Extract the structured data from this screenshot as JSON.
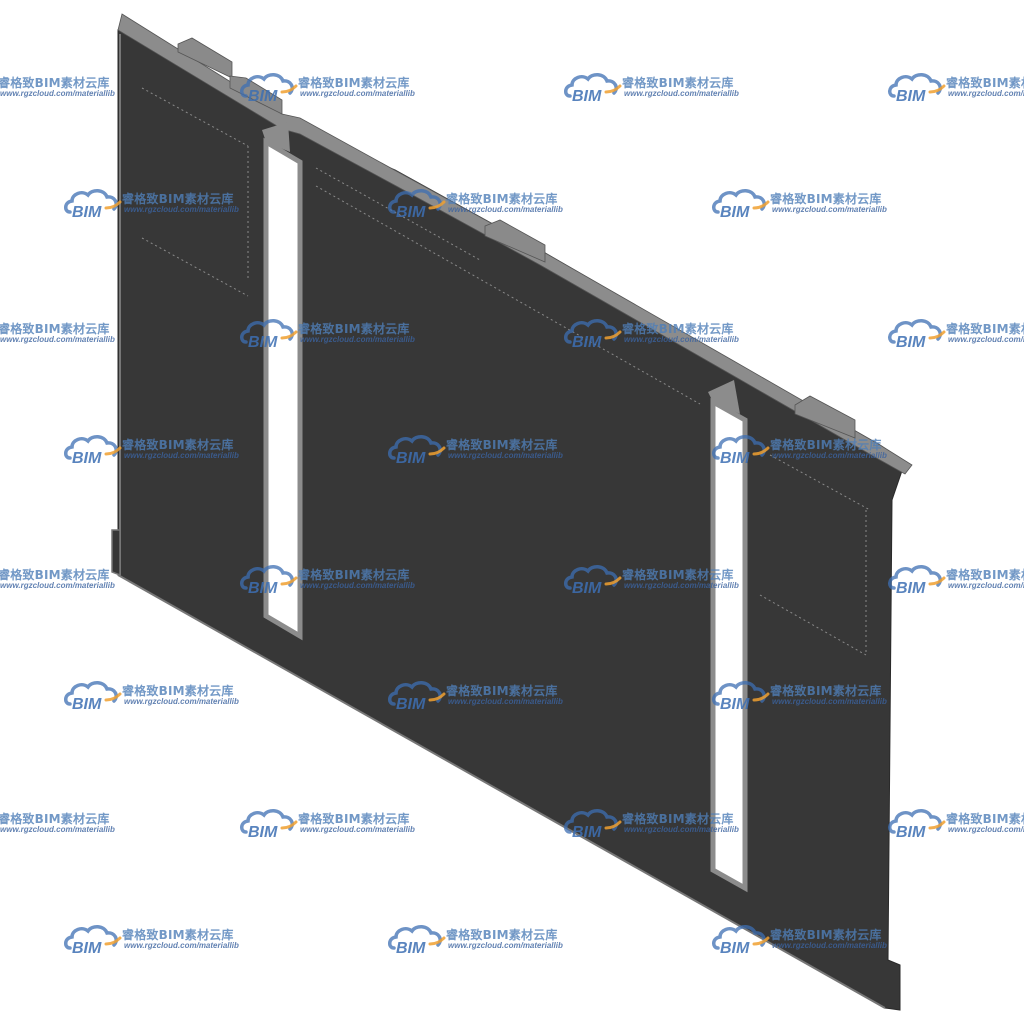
{
  "watermark": {
    "brand": "睿格致BIM素材云库",
    "url": "www.rgzcloud.com/materiallib",
    "logo_text": "BIM"
  },
  "colors": {
    "panel_face": "#373737",
    "panel_edge": "#8c8c8c",
    "panel_outline": "#2a2a2a",
    "logo_blue": "#3d6fb3",
    "logo_orange": "#f0a030"
  }
}
